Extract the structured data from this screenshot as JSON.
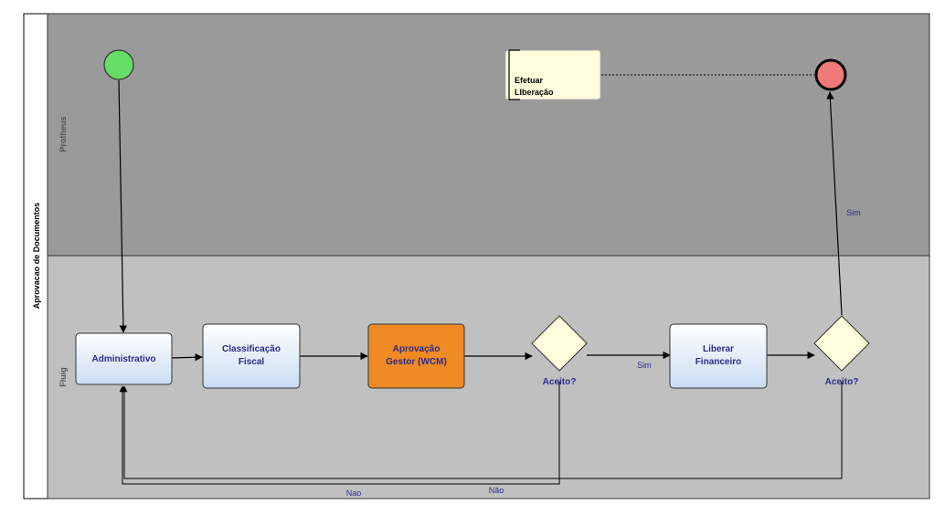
{
  "pool": {
    "label": "Aprovacao de Documentos"
  },
  "lanes": [
    {
      "label": "Protheus",
      "color": "#9a9a9a"
    },
    {
      "label": "Fluig",
      "color": "#c0c0c0"
    }
  ],
  "events": {
    "start": {
      "color": "#66dd66"
    },
    "end": {
      "color": "#f07a7a"
    }
  },
  "tasks": {
    "administrativo": {
      "label_lines": [
        "Administrativo"
      ]
    },
    "classificacao": {
      "label_lines": [
        "Classificação",
        "Fiscal"
      ]
    },
    "aprovacao": {
      "label_lines": [
        "Aprovação",
        "Gestor (WCM)"
      ],
      "color": "#f08a24"
    },
    "liberar": {
      "label_lines": [
        "Liberar",
        "Financeiro"
      ]
    }
  },
  "gateways": {
    "aceito1": {
      "label": "Aceito?"
    },
    "aceito2": {
      "label": "Aceito?"
    }
  },
  "annotation": {
    "label_lines": [
      "Efetuar",
      "LIberação"
    ]
  },
  "flow_labels": {
    "sim_lower": "Sim",
    "sim_upper": "Sim",
    "nao": "Nao",
    "nao_accent": "Não"
  }
}
